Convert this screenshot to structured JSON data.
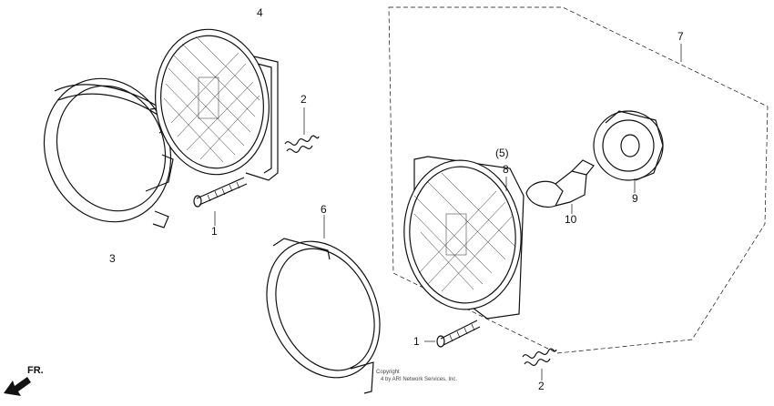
{
  "diagram": {
    "callouts": {
      "c1_top": "1",
      "c1_bottom": "1",
      "c2_top": "2",
      "c2_bottom": "2",
      "c3": "3",
      "c4": "4",
      "c5": "(5)",
      "c6": "6",
      "c7": "7",
      "c8": "8",
      "c9": "9",
      "c10": "10"
    },
    "direction_label": "FR.",
    "copyright_line1": "Copyright",
    "copyright_line2": "4 by ARI Network Services, Inc."
  }
}
